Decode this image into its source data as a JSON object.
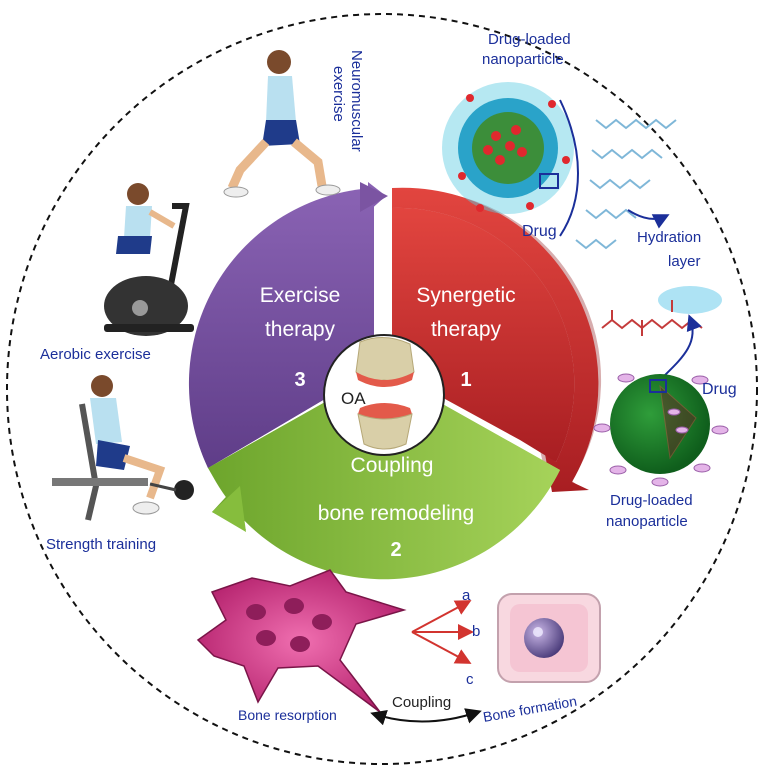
{
  "segments": {
    "synergetic": {
      "line1": "Synergetic",
      "line2": "therapy",
      "number": "1"
    },
    "coupling": {
      "line1": "Coupling",
      "line2": "bone remodeling",
      "number": "2"
    },
    "exercise": {
      "line1": "Exercise",
      "line2": "therapy",
      "number": "3"
    }
  },
  "center_label": "OA",
  "labels": {
    "neuromuscular_1": "Neuromuscular",
    "neuromuscular_2": "exercise",
    "aerobic": "Aerobic exercise",
    "strength": "Strength training",
    "drug_loaded_top_1": "Drug-loaded",
    "drug_loaded_top_2": "nanoparticle",
    "drug_top": "Drug",
    "hydration_1": "Hydration",
    "hydration_2": "layer",
    "drug_right": "Drug",
    "drug_loaded_bottom_1": "Drug-loaded",
    "drug_loaded_bottom_2": "nanoparticle",
    "arrow_a": "a",
    "arrow_b": "b",
    "arrow_c": "c",
    "coupling": "Coupling",
    "bone_resorption": "Bone resorption",
    "bone_formation": "Bone formation"
  },
  "colors": {
    "synergetic": "#c8302f",
    "coupling": "#86bd3d",
    "exercise": "#7b54a2",
    "label_blue": "#1b2f9a"
  },
  "icons": [
    "runner-figure",
    "exercise-bike",
    "leg-press",
    "nanoparticle",
    "osteoclast",
    "osteoblast",
    "knee-joint"
  ]
}
